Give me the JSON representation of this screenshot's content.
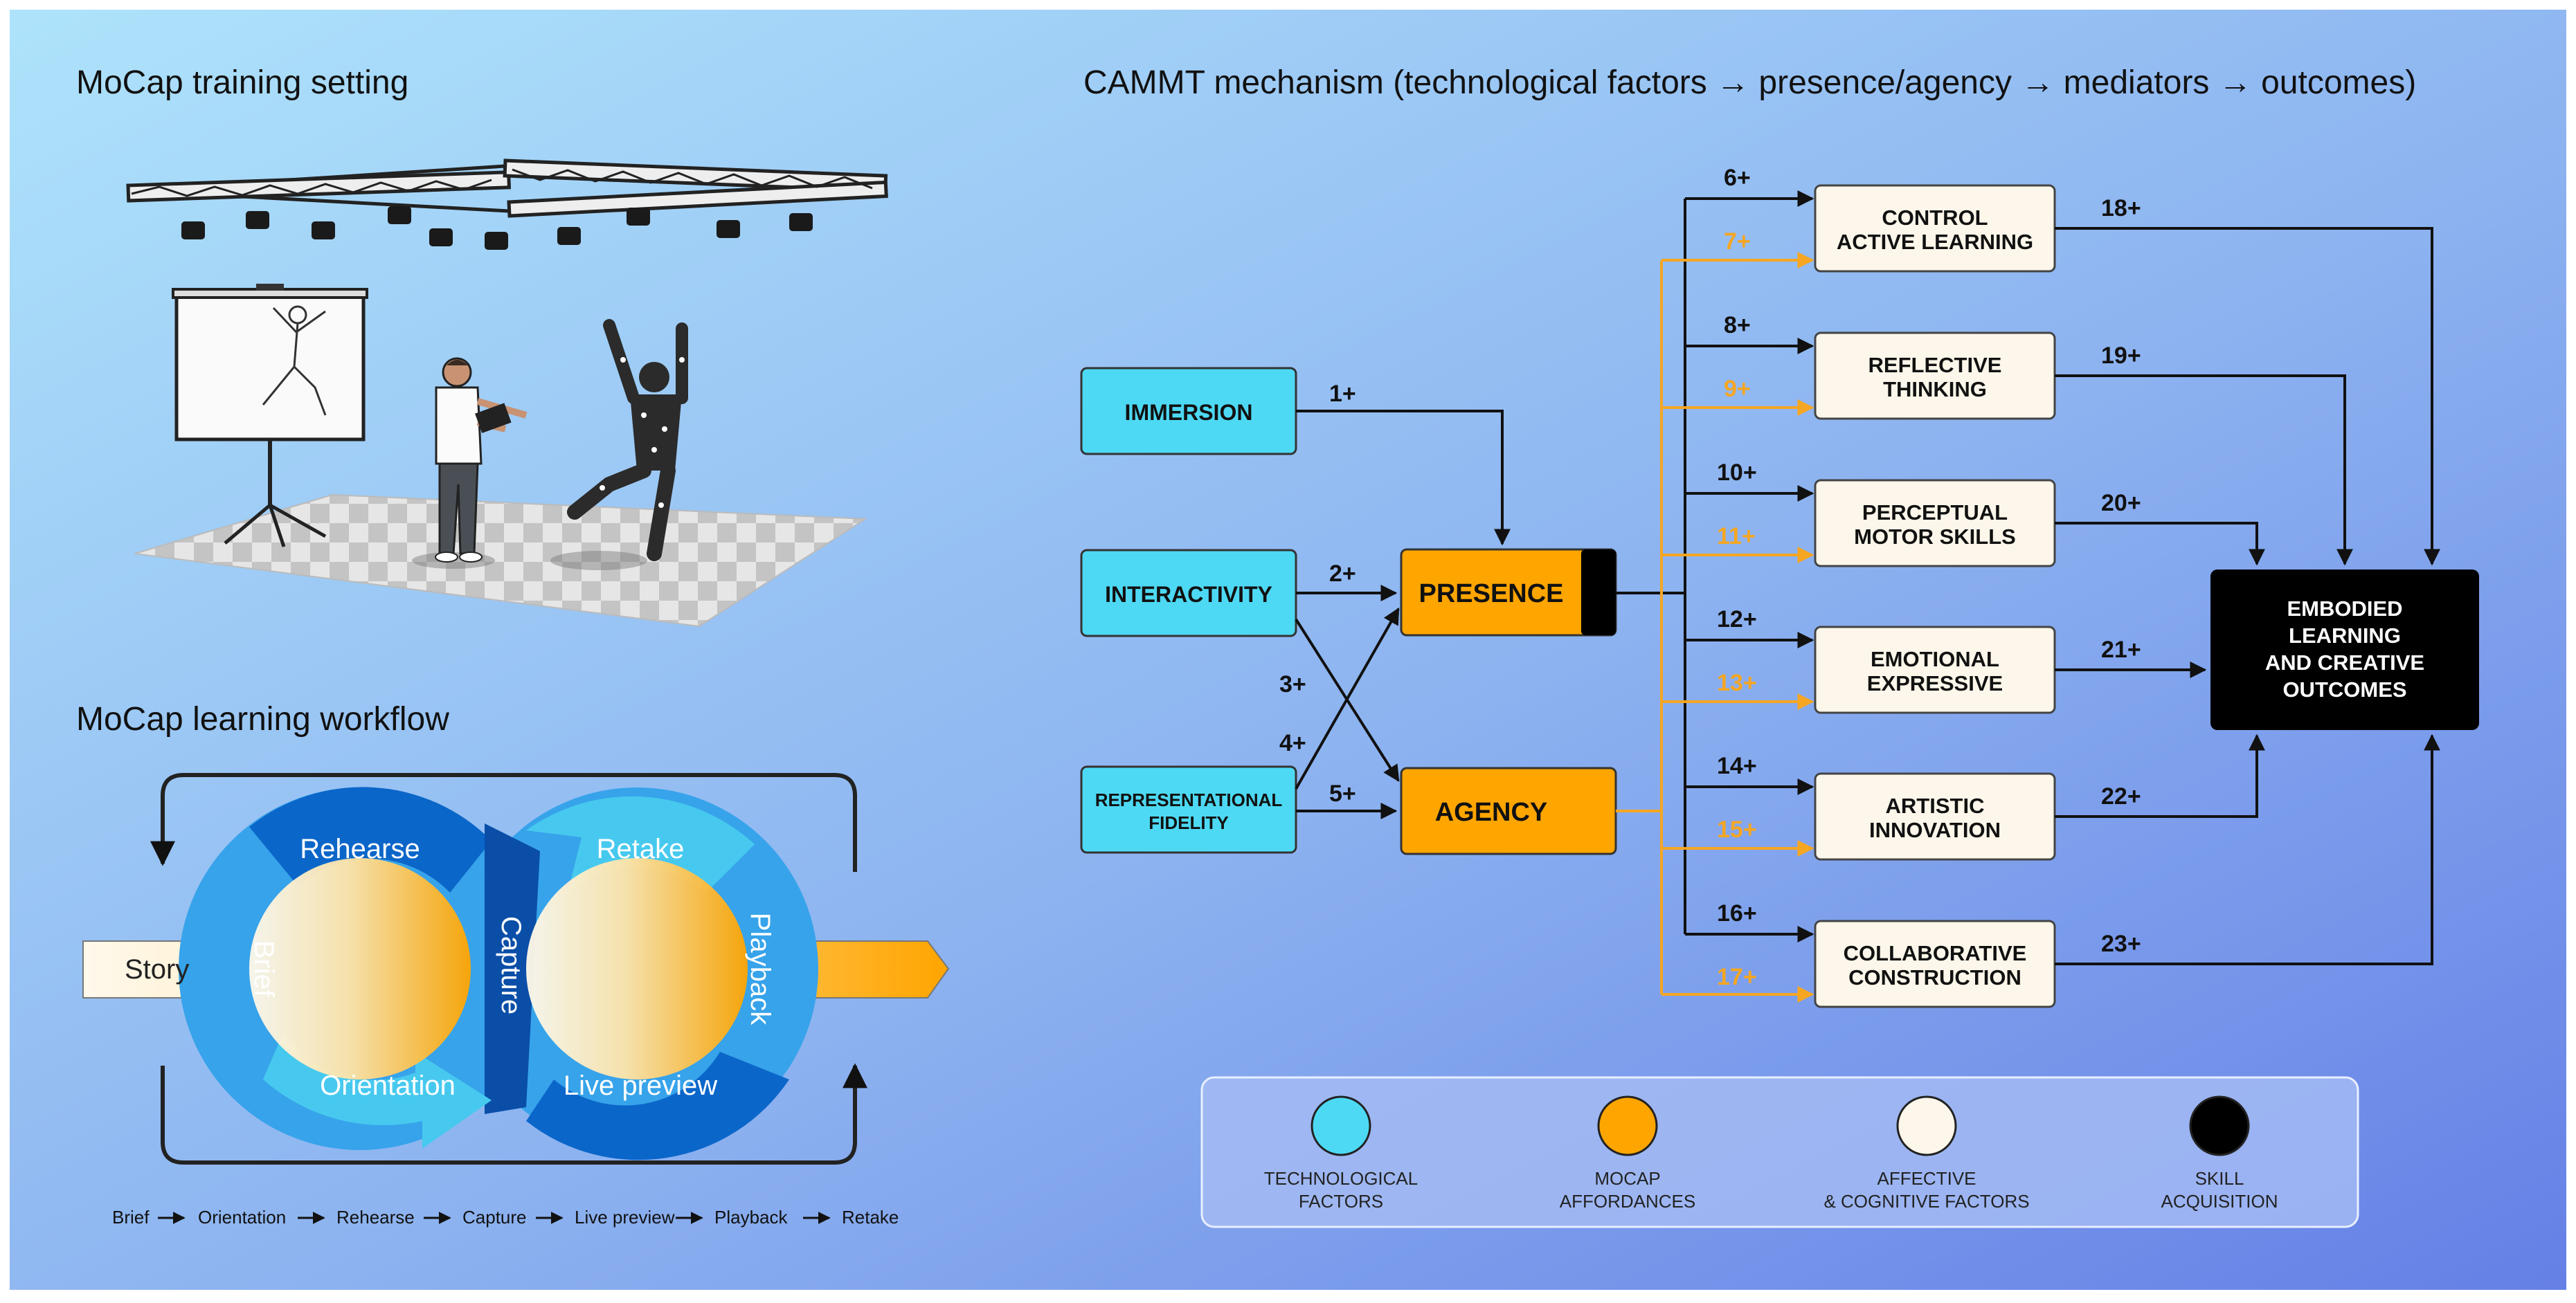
{
  "colors": {
    "technological": "#4dd9f4",
    "affordance": "#ffa500",
    "affective": "#fcf7ea",
    "skill": "#000000",
    "orange_link": "#f5a623",
    "background_top": "#a9defa",
    "background_bottom": "#6d86e8"
  },
  "left": {
    "setting_title": "MoCap training setting",
    "workflow_title": "MoCap learning workflow",
    "story_label": "Story",
    "segments": {
      "brief": "Brief",
      "rehearse": "Rehearse",
      "capture": "Capture",
      "orientation": "Orientation",
      "retake": "Retake",
      "playback": "Playback",
      "live_preview": "Live preview"
    },
    "sequence": [
      "Brief",
      "Orientation",
      "Rehearse",
      "Capture",
      "Live preview",
      "Playback",
      "Retake"
    ]
  },
  "right": {
    "title": "CAMMT mechanism (technological factors → presence/agency → mediators → outcomes)",
    "tech": {
      "immersion": "IMMERSION",
      "interactivity": "INTERACTIVITY",
      "fidelity_line1": "REPRESENTATIONAL",
      "fidelity_line2": "FIDELITY"
    },
    "aff": {
      "presence": "PRESENCE",
      "agency": "AGENCY"
    },
    "mediators": [
      {
        "line1": "CONTROL",
        "line2": "ACTIVE LEARNING"
      },
      {
        "line1": "REFLECTIVE",
        "line2": "THINKING"
      },
      {
        "line1": "PERCEPTUAL",
        "line2": "MOTOR SKILLS"
      },
      {
        "line1": "EMOTIONAL",
        "line2": "EXPRESSIVE"
      },
      {
        "line1": "ARTISTIC",
        "line2": "INNOVATION"
      },
      {
        "line1": "COLLABORATIVE",
        "line2": "CONSTRUCTION"
      }
    ],
    "outcome": [
      "EMBODIED",
      "LEARNING",
      "AND CREATIVE",
      "OUTCOMES"
    ],
    "paths": {
      "p1": "1+",
      "p2": "2+",
      "p3": "3+",
      "p4": "4+",
      "p5": "5+",
      "presence_to_mediators": [
        "6+",
        "8+",
        "10+",
        "12+",
        "14+",
        "16+"
      ],
      "agency_to_mediators": [
        "7+",
        "9+",
        "11+",
        "13+",
        "15+",
        "17+"
      ],
      "mediators_to_outcome": [
        "18+",
        "19+",
        "20+",
        "21+",
        "22+",
        "23+"
      ]
    },
    "legend": [
      {
        "line1": "TECHNOLOGICAL",
        "line2": "FACTORS",
        "color": "#4dd9f4"
      },
      {
        "line1": "MOCAP",
        "line2": "AFFORDANCES",
        "color": "#ffa500"
      },
      {
        "line1": "AFFECTIVE",
        "line2": "& COGNITIVE FACTORS",
        "color": "#fcf7ea"
      },
      {
        "line1": "SKILL",
        "line2": "ACQUISITION",
        "color": "#000000"
      }
    ]
  }
}
